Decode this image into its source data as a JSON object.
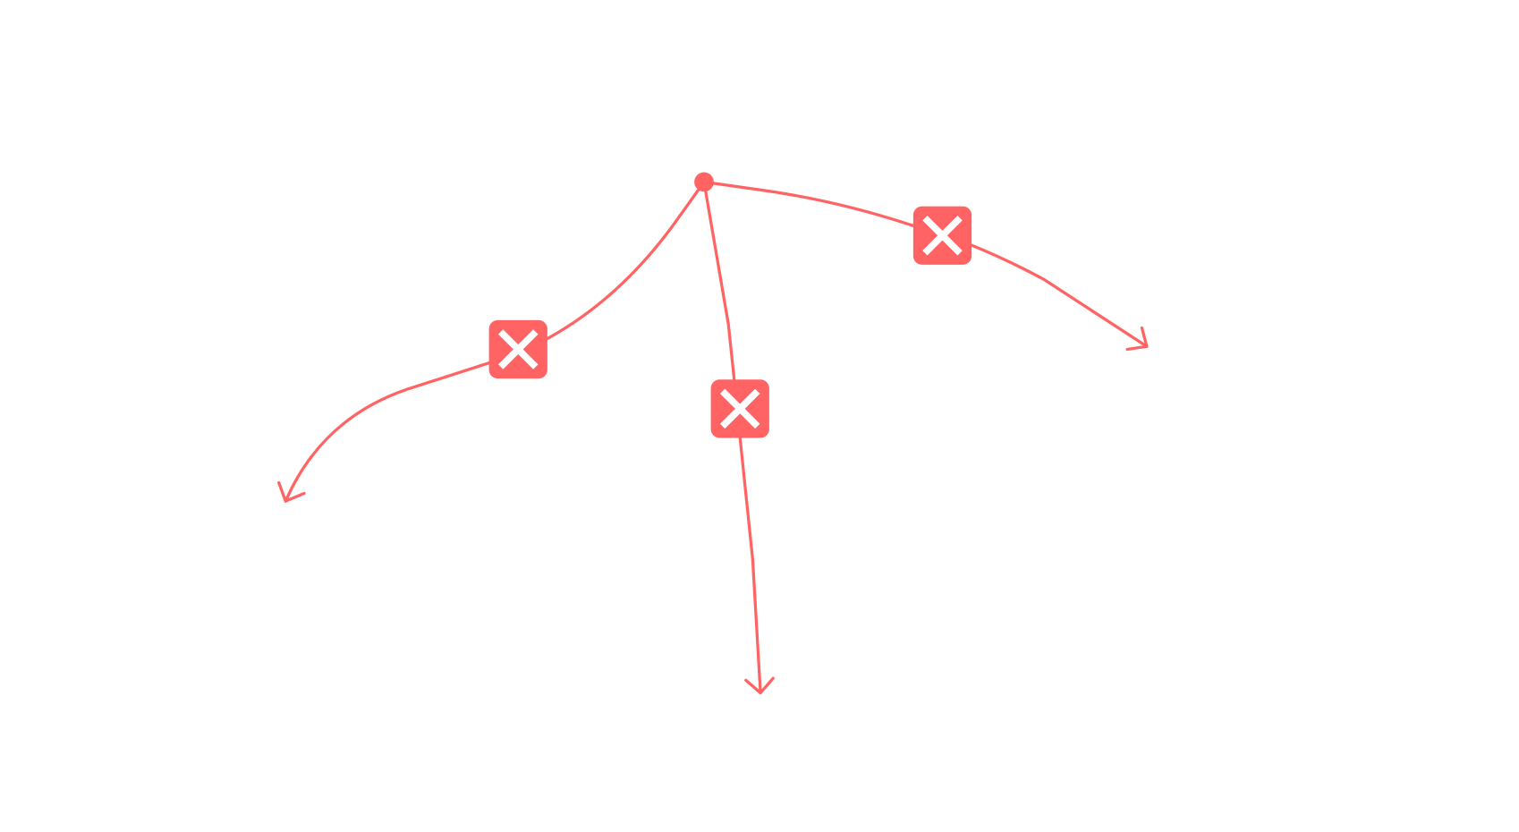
{
  "diagram": {
    "accent_color": "#ff6363",
    "icon_color": "#ffffff",
    "root": {
      "icon": "circle-node"
    },
    "edges": [
      {
        "name": "left",
        "marker": "x-close-icon",
        "end": "arrowhead"
      },
      {
        "name": "middle",
        "marker": "x-close-icon",
        "end": "arrowhead"
      },
      {
        "name": "right",
        "marker": "x-close-icon",
        "end": "arrowhead"
      }
    ]
  }
}
